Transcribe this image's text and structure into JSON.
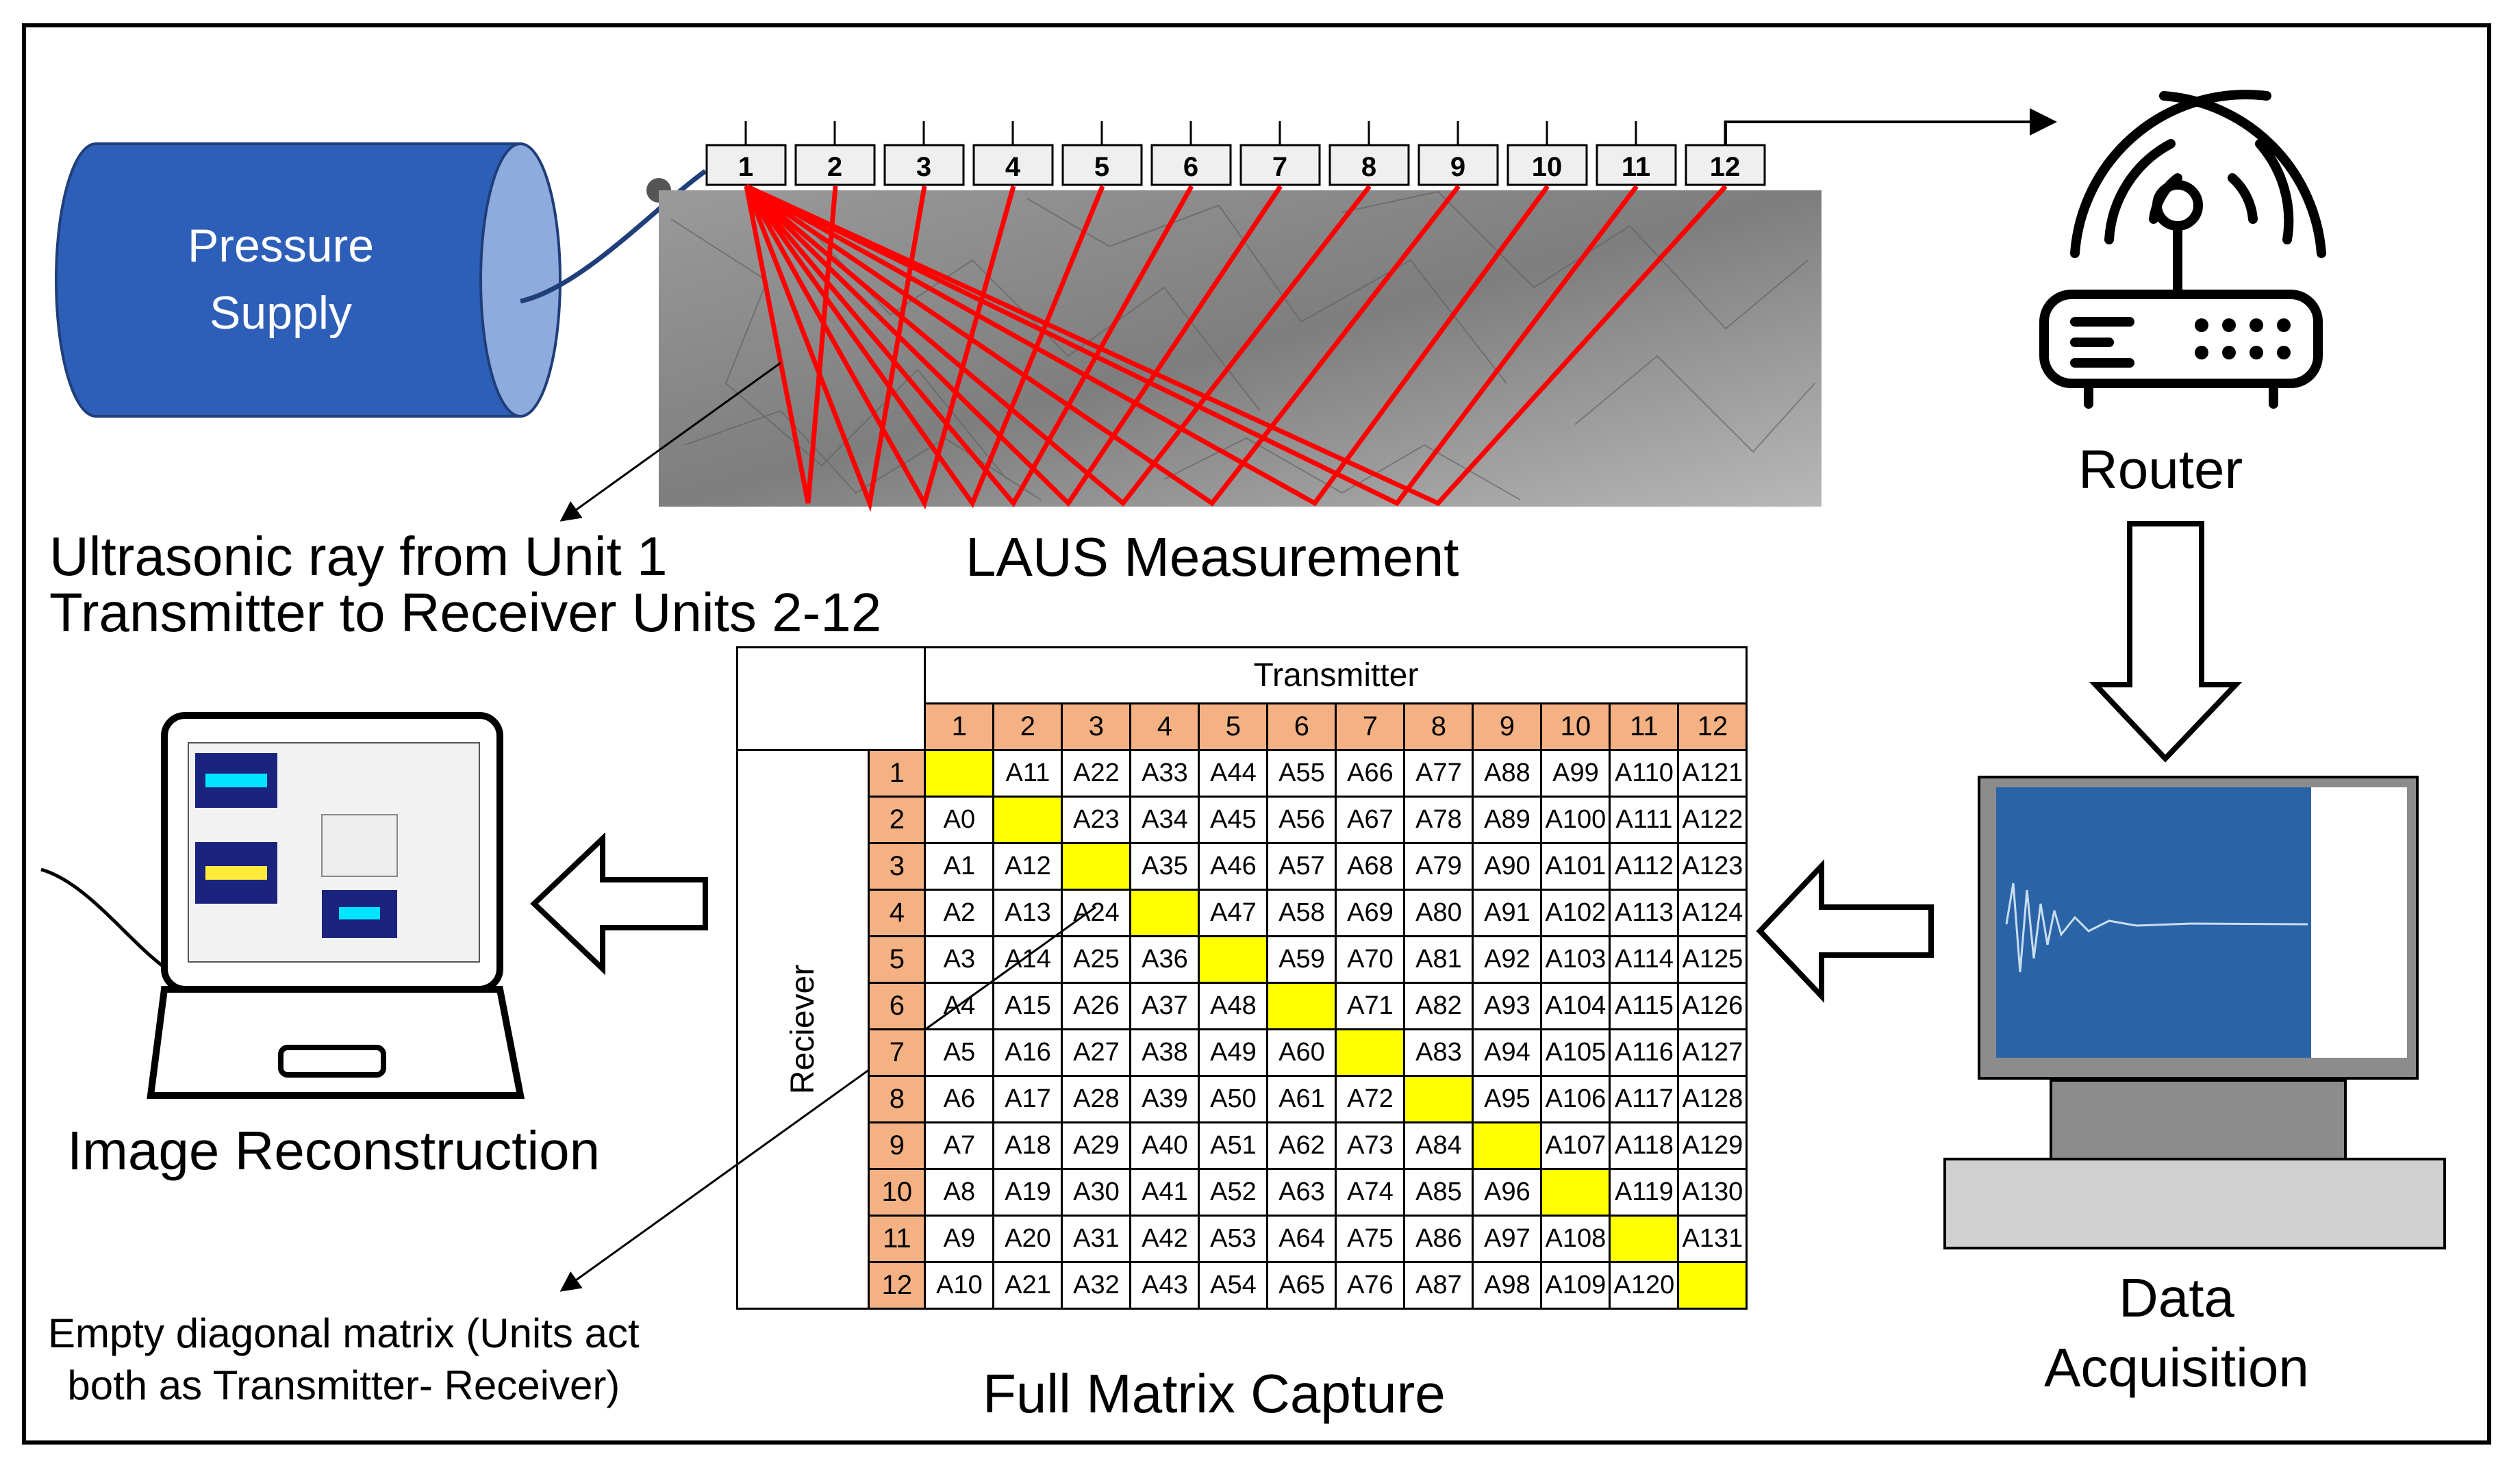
{
  "pressure_supply": {
    "label_line1": "Pressure",
    "label_line2": "Supply",
    "color": "#2e5fb8"
  },
  "laus": {
    "title": "LAUS Measurement",
    "units": [
      "1",
      "2",
      "3",
      "4",
      "5",
      "6",
      "7",
      "8",
      "9",
      "10",
      "11",
      "12"
    ],
    "ray_color": "#ff0000"
  },
  "ray_note": {
    "line1": "Ultrasonic ray from Unit 1",
    "line2": "Transmitter to Receiver Units 2-12"
  },
  "router": {
    "label": "Router"
  },
  "data_acquisition": {
    "line1": "Data",
    "line2": "Acquisition"
  },
  "image_reconstruction": {
    "label": "Image Reconstruction"
  },
  "fmc": {
    "title": "Full Matrix Capture",
    "transmitter_label": "Transmitter",
    "receiver_label": "Reciever",
    "columns": [
      "1",
      "2",
      "3",
      "4",
      "5",
      "6",
      "7",
      "8",
      "9",
      "10",
      "11",
      "12"
    ],
    "rows": [
      [
        "",
        "A11",
        "A22",
        "A33",
        "A44",
        "A55",
        "A66",
        "A77",
        "A88",
        "A99",
        "A110",
        "A121"
      ],
      [
        "A0",
        "",
        "A23",
        "A34",
        "A45",
        "A56",
        "A67",
        "A78",
        "A89",
        "A100",
        "A111",
        "A122"
      ],
      [
        "A1",
        "A12",
        "",
        "A35",
        "A46",
        "A57",
        "A68",
        "A79",
        "A90",
        "A101",
        "A112",
        "A123"
      ],
      [
        "A2",
        "A13",
        "A24",
        "",
        "A47",
        "A58",
        "A69",
        "A80",
        "A91",
        "A102",
        "A113",
        "A124"
      ],
      [
        "A3",
        "A14",
        "A25",
        "A36",
        "",
        "A59",
        "A70",
        "A81",
        "A92",
        "A103",
        "A114",
        "A125"
      ],
      [
        "A4",
        "A15",
        "A26",
        "A37",
        "A48",
        "",
        "A71",
        "A82",
        "A93",
        "A104",
        "A115",
        "A126"
      ],
      [
        "A5",
        "A16",
        "A27",
        "A38",
        "A49",
        "A60",
        "",
        "A83",
        "A94",
        "A105",
        "A116",
        "A127"
      ],
      [
        "A6",
        "A17",
        "A28",
        "A39",
        "A50",
        "A61",
        "A72",
        "",
        "A95",
        "A106",
        "A117",
        "A128"
      ],
      [
        "A7",
        "A18",
        "A29",
        "A40",
        "A51",
        "A62",
        "A73",
        "A84",
        "",
        "A107",
        "A118",
        "A129"
      ],
      [
        "A8",
        "A19",
        "A30",
        "A41",
        "A52",
        "A63",
        "A74",
        "A85",
        "A96",
        "",
        "A119",
        "A130"
      ],
      [
        "A9",
        "A20",
        "A31",
        "A42",
        "A53",
        "A64",
        "A75",
        "A86",
        "A97",
        "A108",
        "",
        "A131"
      ],
      [
        "A10",
        "A21",
        "A32",
        "A43",
        "A54",
        "A65",
        "A76",
        "A87",
        "A98",
        "A109",
        "A120",
        ""
      ]
    ],
    "header_color": "#f4b183",
    "diagonal_color": "#ffff00"
  },
  "diag_note": {
    "line1": "Empty diagonal matrix (Units act",
    "line2": "both as Transmitter- Receiver)"
  }
}
